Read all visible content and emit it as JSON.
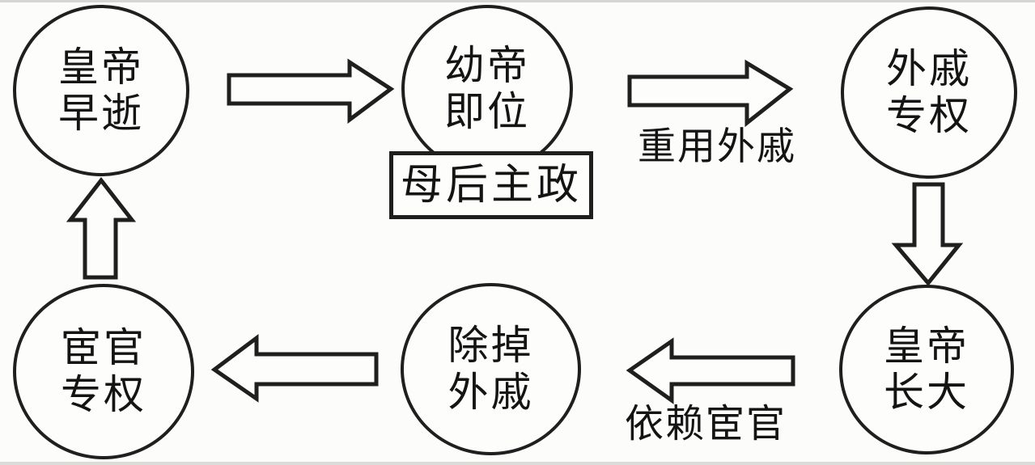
{
  "diagram": {
    "title_hint": "Eastern Han dynasty cycle of power diagram",
    "colors": {
      "background": "#fcfcfb",
      "stroke": "#1f1f1f",
      "text": "#141414"
    },
    "nodes": [
      {
        "name": "emperor-dies-early",
        "label": "皇帝\n早逝"
      },
      {
        "name": "young-emperor-enthroned",
        "label": "幼帝\n即位"
      },
      {
        "name": "consort-kin-monopolize-power",
        "label": "外戚\n专权"
      },
      {
        "name": "emperor-grows-up",
        "label": "皇帝\n长大"
      },
      {
        "name": "eliminate-consort-kin",
        "label": "除掉\n外戚"
      },
      {
        "name": "eunuchs-monopolize-power",
        "label": "宦官\n专权"
      }
    ],
    "annotation_box": {
      "label": "母后主政"
    },
    "edge_labels": [
      {
        "name": "rely-on-consort-kin",
        "label": "重用外戚"
      },
      {
        "name": "rely-on-eunuchs",
        "label": "依赖宦官"
      }
    ]
  }
}
